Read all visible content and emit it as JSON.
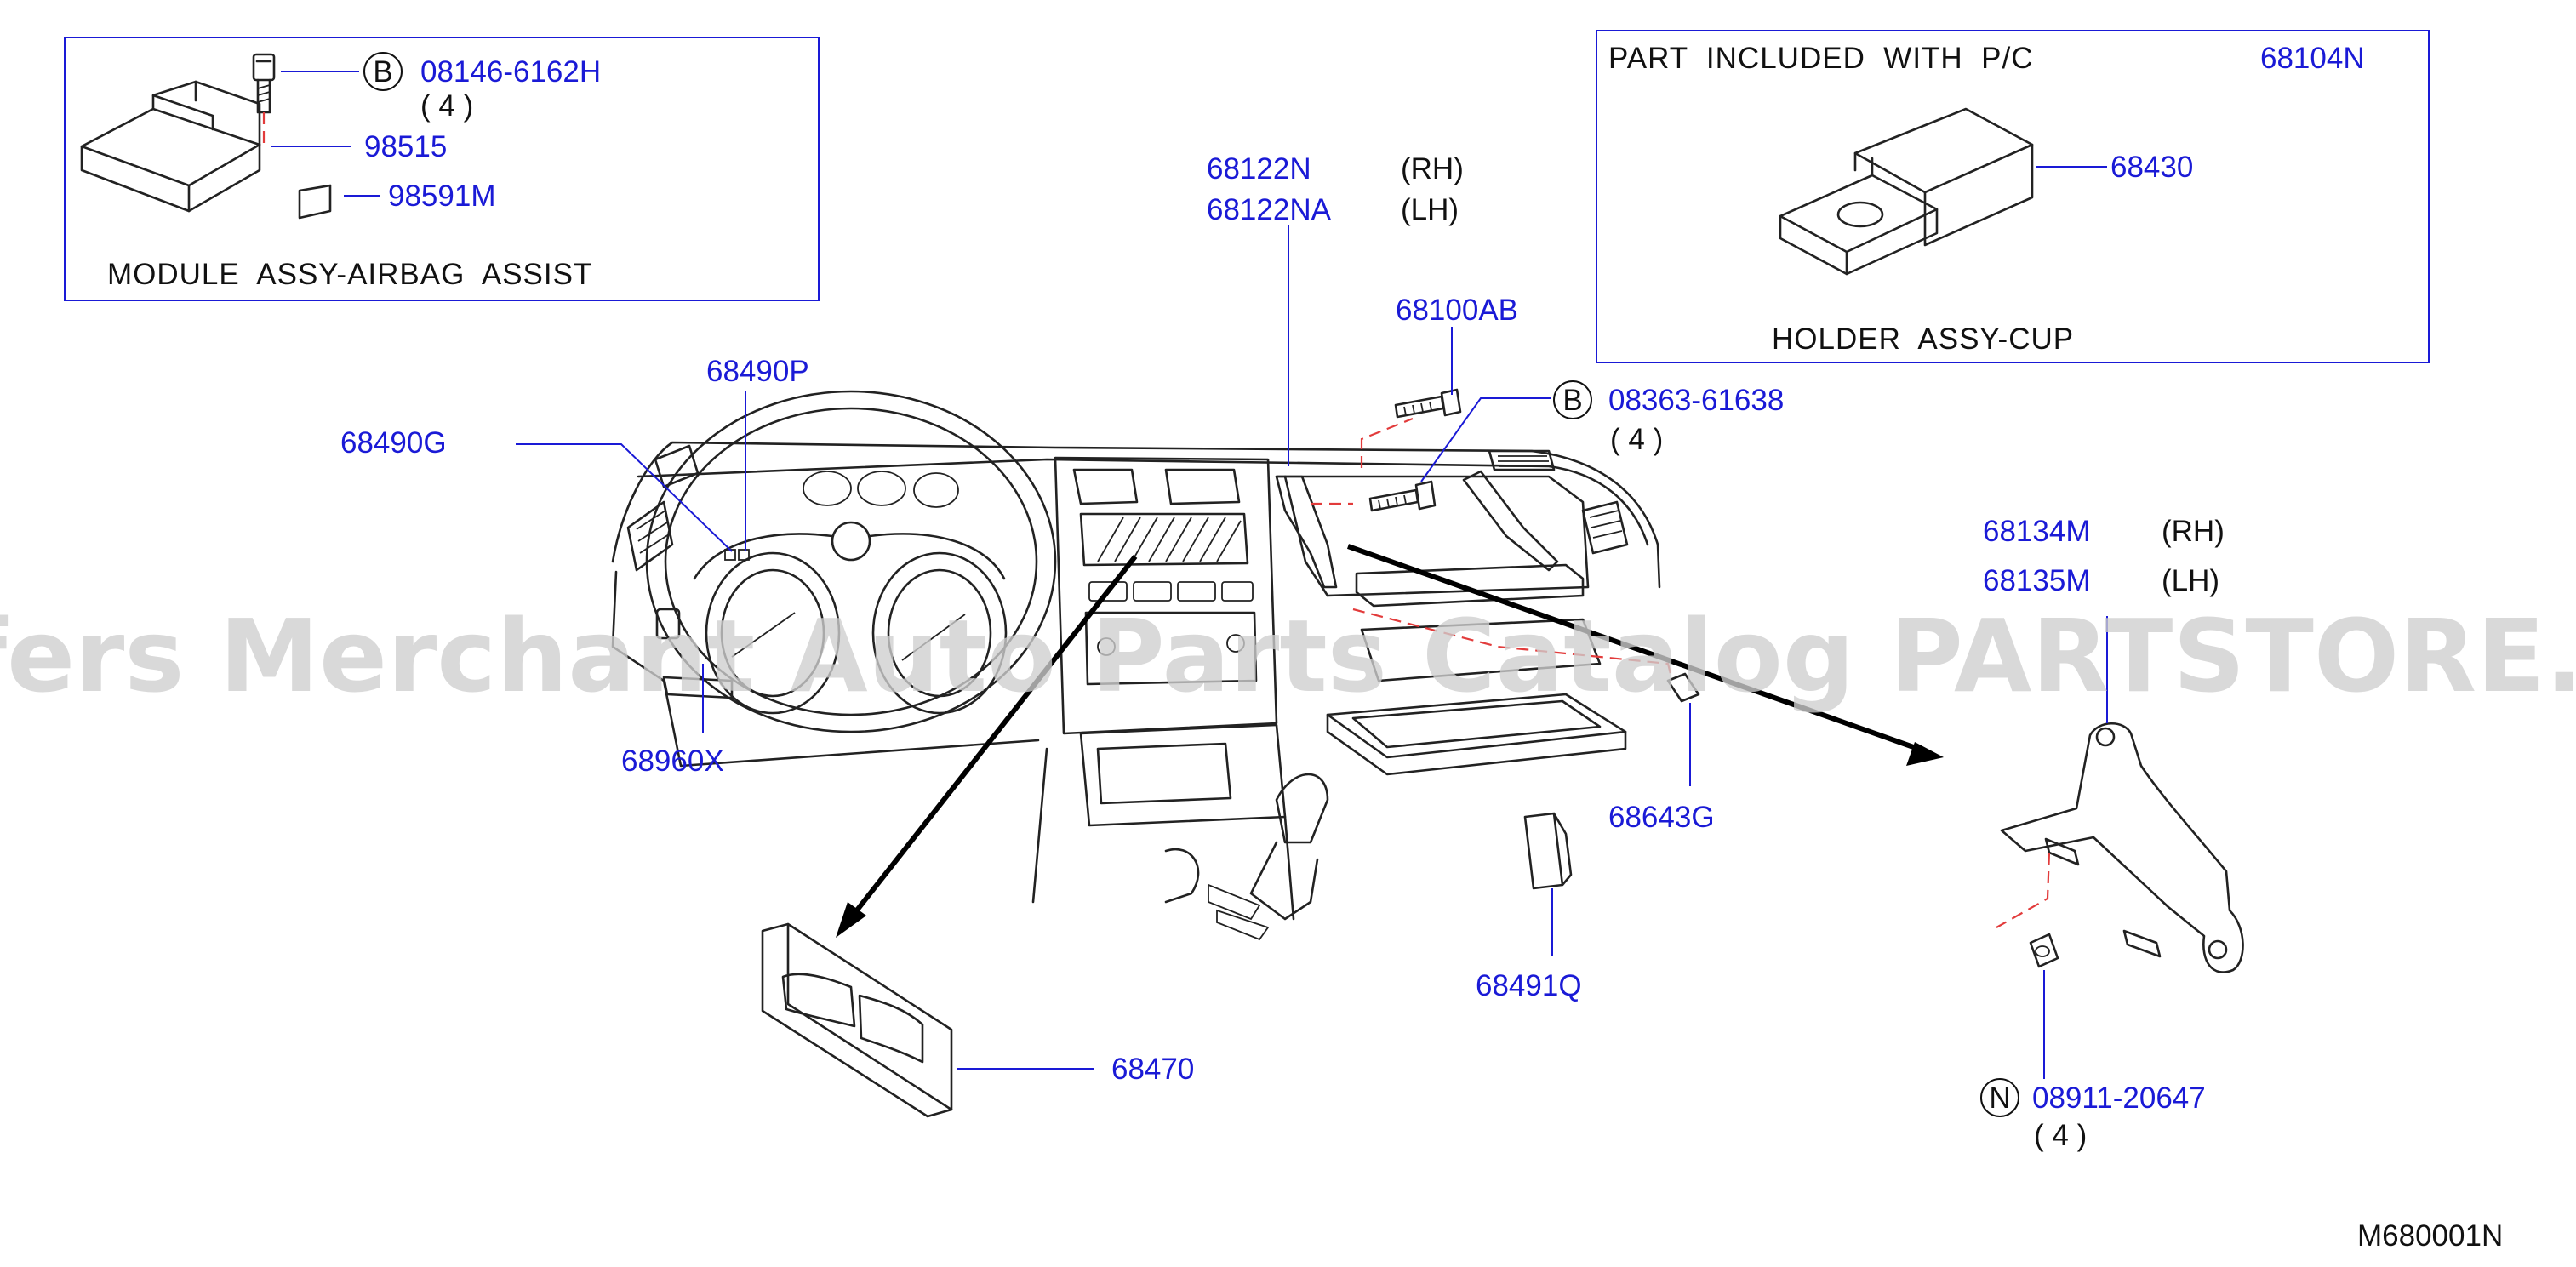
{
  "boxes": {
    "airbag": {
      "title": "MODULE  ASSY-AIRBAG  ASSIST",
      "bolt_code": "08146-6162H",
      "bolt_qty": "( 4 )",
      "part_a": "98515",
      "part_b": "98591M",
      "bolt_symbol": "B"
    },
    "cup": {
      "header": "PART  INCLUDED  WITH  P/C",
      "header_code": "68104N",
      "part": "68430",
      "title": "HOLDER  ASSY-CUP"
    }
  },
  "labels": {
    "p68122N": "68122N",
    "p68122N_side": "(RH)",
    "p68122NA": "68122NA",
    "p68122NA_side": "(LH)",
    "p68100AB": "68100AB",
    "p68490P": "68490P",
    "p68490G": "68490G",
    "b_symbol": "B",
    "b_code": "08363-61638",
    "b_qty": "( 4 )",
    "p68134M": "68134M",
    "p68134M_side": "(RH)",
    "p68135M": "68135M",
    "p68135M_side": "(LH)",
    "p68960X": "68960X",
    "p68643G": "68643G",
    "p68491Q": "68491Q",
    "p68470": "68470",
    "n_symbol": "N",
    "n_code": "08911-20647",
    "n_qty": "( 4 )",
    "diagram_code": "M680001N"
  },
  "watermark": "Offers Merchant Auto Parts Catalog PARTSTORE.SA",
  "colors": {
    "label_blue": "#1a1ad6",
    "leader_blue": "#1a1ad6",
    "dash_red": "#e23b3b",
    "line_black": "#222222",
    "watermark_gray": "#cfcfcf"
  }
}
